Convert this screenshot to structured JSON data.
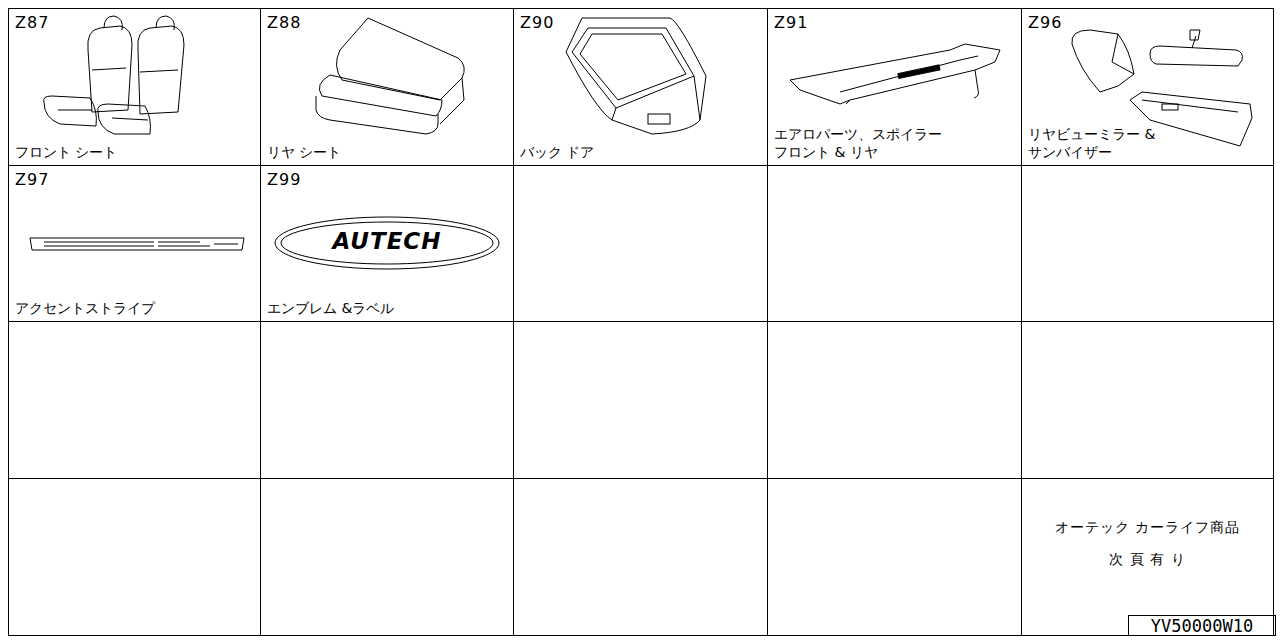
{
  "diagram": {
    "nodes": [
      {
        "text": [
          "Z87",
          "フロント シート"
        ]
      },
      {
        "text": [
          "Z88",
          "リヤ シート"
        ]
      },
      {
        "text": [
          "Z90",
          "バック ドア"
        ]
      },
      {
        "text": [
          "Z91",
          "エアロパーツ、スポイラー フロント & リヤ"
        ]
      },
      {
        "text": [
          "Z96",
          "リヤビューミラー & サンバイザー"
        ]
      },
      {
        "text": [
          "Z97",
          "アクセントストライプ"
        ]
      },
      {
        "text": [
          "Z99",
          "AUTECH",
          "エンブレム &ラベル"
        ]
      },
      {
        "text": [
          "オーテック カーライフ商品",
          "次 頁 有 り"
        ]
      },
      {
        "text": [
          "YV50000W10"
        ]
      }
    ]
  }
}
